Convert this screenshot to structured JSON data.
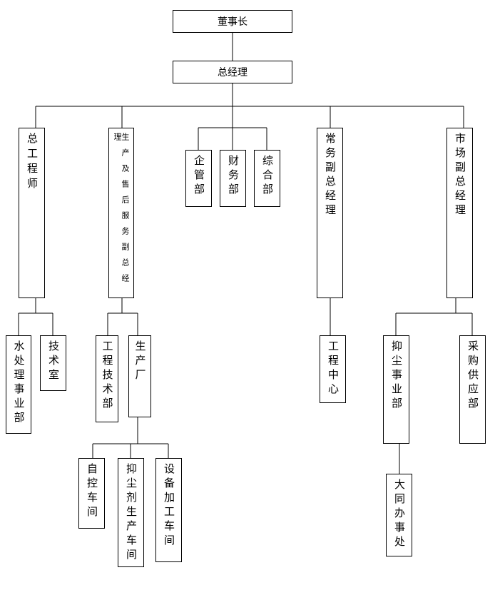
{
  "org_chart": {
    "chairman": "董事长",
    "general_manager": "总经理",
    "chief_engineer": "总工程师",
    "production_service_vp": "生产及售后服务副总经理",
    "enterprise_mgmt": "企管部",
    "finance": "财务部",
    "general_affairs": "综合部",
    "executive_vp": "常务副总经理",
    "marketing_vp": "市场副总经理",
    "water_treatment": "水处理事业部",
    "tech_office": "技术室",
    "engineering_tech": "工程技术部",
    "factory": "生产厂",
    "engineering_center": "工程中心",
    "dust_suppression": "抑尘事业部",
    "purchasing": "采购供应部",
    "auto_control_workshop": "自控车间",
    "dust_agent_workshop": "抑尘剂生产车间",
    "equipment_workshop": "设备加工车间",
    "datong_office": "大同办事处"
  }
}
